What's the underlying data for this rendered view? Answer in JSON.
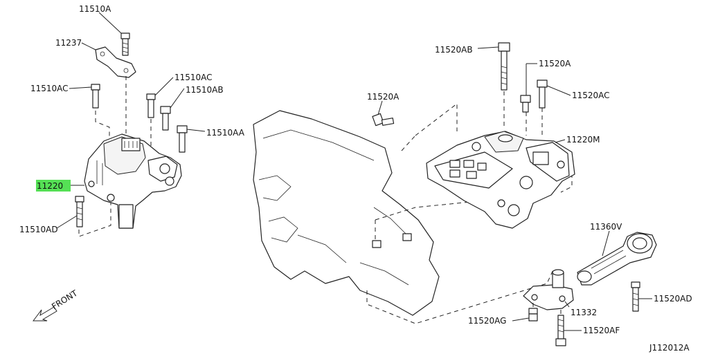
{
  "diagram": {
    "code": "J112012A",
    "front_label": "FRONT",
    "callouts": [
      {
        "id": "11510A",
        "text": "11510A"
      },
      {
        "id": "11237",
        "text": "11237"
      },
      {
        "id": "11510AC_left",
        "text": "11510AC"
      },
      {
        "id": "11510AC_mid",
        "text": "11510AC"
      },
      {
        "id": "11510AB",
        "text": "11510AB"
      },
      {
        "id": "11510AA",
        "text": "11510AA"
      },
      {
        "id": "11220",
        "text": "11220",
        "highlighted": true
      },
      {
        "id": "11510AD",
        "text": "11510AD"
      },
      {
        "id": "11520AB",
        "text": "11520AB"
      },
      {
        "id": "11520A_top",
        "text": "11520A"
      },
      {
        "id": "11520A_left",
        "text": "11520A"
      },
      {
        "id": "11520AC",
        "text": "11520AC"
      },
      {
        "id": "11220M",
        "text": "11220M"
      },
      {
        "id": "11360V",
        "text": "11360V"
      },
      {
        "id": "11332",
        "text": "11332"
      },
      {
        "id": "11520AG",
        "text": "11520AG"
      },
      {
        "id": "11520AF",
        "text": "11520AF"
      },
      {
        "id": "11520AD",
        "text": "11520AD"
      }
    ],
    "highlight_color": "#55e055"
  }
}
